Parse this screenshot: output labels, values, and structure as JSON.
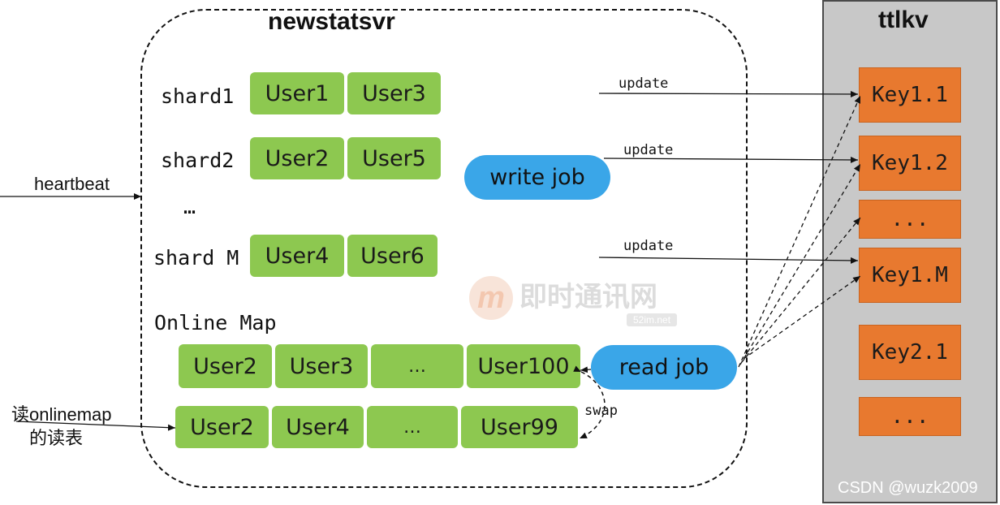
{
  "title": "newstatsvr",
  "store": {
    "title": "ttlkv",
    "keys": [
      "Key1.1",
      "Key1.2",
      "...",
      "Key1.M",
      "Key2.1",
      "..."
    ]
  },
  "input_label": "heartbeat",
  "shards": [
    {
      "label": "shard1",
      "users": [
        "User1",
        "User3"
      ]
    },
    {
      "label": "shard2",
      "users": [
        "User2",
        "User5"
      ]
    },
    {
      "label": "shard M",
      "users": [
        "User4",
        "User6"
      ]
    }
  ],
  "ellipsis": "…",
  "write_job": "write job",
  "read_job": "read job",
  "update_labels": [
    "update",
    "update",
    "update"
  ],
  "online_map": {
    "title": "Online Map",
    "write_table": [
      "User2",
      "User3",
      "…",
      "User100"
    ],
    "read_table": [
      "User2",
      "User4",
      "…",
      "User99"
    ]
  },
  "swap_label": "swap",
  "read_label_line1": "读onlinemap",
  "read_label_line2": "的读表",
  "watermark": {
    "brand": "即时通讯网",
    "tagline": "52im.net",
    "credit": "CSDN @wuzk2009"
  },
  "colors": {
    "cell": "#8dc850",
    "key": "#e8792f",
    "job": "#3aa6e8",
    "panel": "#c8c8c8"
  }
}
